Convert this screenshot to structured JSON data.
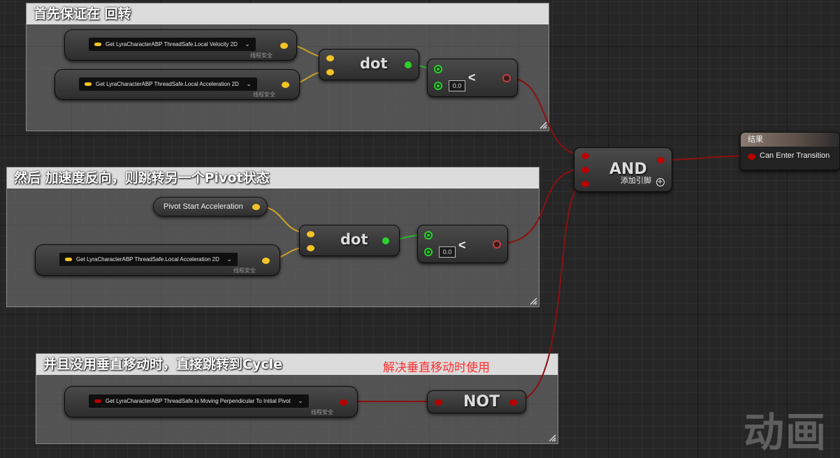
{
  "comments": [
    {
      "title": "首先保证在 回转"
    },
    {
      "title": "然后 加速度反向，则跳转另一个Pivot状态"
    },
    {
      "title": "并且没用垂直移动时，直接跳转到Cycle"
    }
  ],
  "annotation": "解决垂直移动时使用",
  "getters": [
    {
      "label": "Get LyraCharacterABP ThreadSafe.Local Velocity 2D",
      "tag": "线程安全"
    },
    {
      "label": "Get LyraCharacterABP ThreadSafe.Local Acceleration 2D",
      "tag": "线程安全"
    },
    {
      "label": "Get LyraCharacterABP ThreadSafe.Local Acceleration 2D",
      "tag": "线程安全"
    },
    {
      "label": "Get LyraCharacterABP ThreadSafe.Is Moving Perpendicular To Initial Pivot",
      "tag": "线程安全"
    }
  ],
  "variable": {
    "label": "Pivot Start Acceleration"
  },
  "dot_nodes": [
    {
      "label": "dot"
    },
    {
      "label": "dot"
    }
  ],
  "compare_nodes": [
    {
      "op": "<",
      "value": "0.0"
    },
    {
      "op": "<",
      "value": "0.0"
    }
  ],
  "and_node": {
    "label": "AND",
    "add_pin": "添加引脚"
  },
  "not_node": {
    "label": "NOT"
  },
  "result": {
    "header": "结果",
    "pin_label": "Can Enter Transition"
  },
  "watermark": "动画",
  "colors": {
    "vector_pin": "#f4c326",
    "bool_pin": "#b80000",
    "float_pin": "#2dd12d",
    "wire_bool": "#8c1010"
  }
}
